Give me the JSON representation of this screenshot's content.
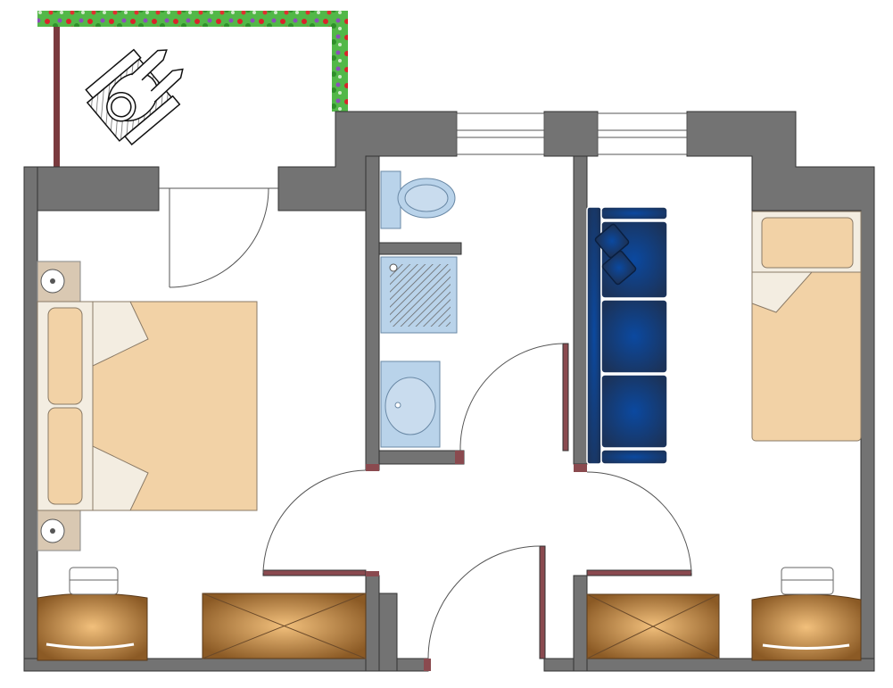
{
  "plan": {
    "type": "floor-plan",
    "rooms": [
      "bedroom-double",
      "bathroom",
      "hallway",
      "living-bedroom-single",
      "balcony"
    ],
    "furniture": [
      "double-bed",
      "nightstand",
      "nightstand",
      "desk",
      "chair",
      "wardrobe",
      "toilet",
      "shower",
      "sink",
      "sofa",
      "single-bed",
      "desk",
      "chair",
      "wardrobe",
      "wheelchair-user",
      "planter"
    ]
  },
  "colors": {
    "wall": "#737373",
    "wall_stroke": "#333333",
    "bed": "#f2d2a6",
    "sheet": "#f3ede1",
    "nightstand": "#d9c8b2",
    "sanitary": "#b9d3ea",
    "sofa": "#0c3c80",
    "wood_light": "#efbb77",
    "wood_dark": "#8b5a25",
    "door_frame": "#8a4a4f",
    "planter": "#3fae3a"
  }
}
